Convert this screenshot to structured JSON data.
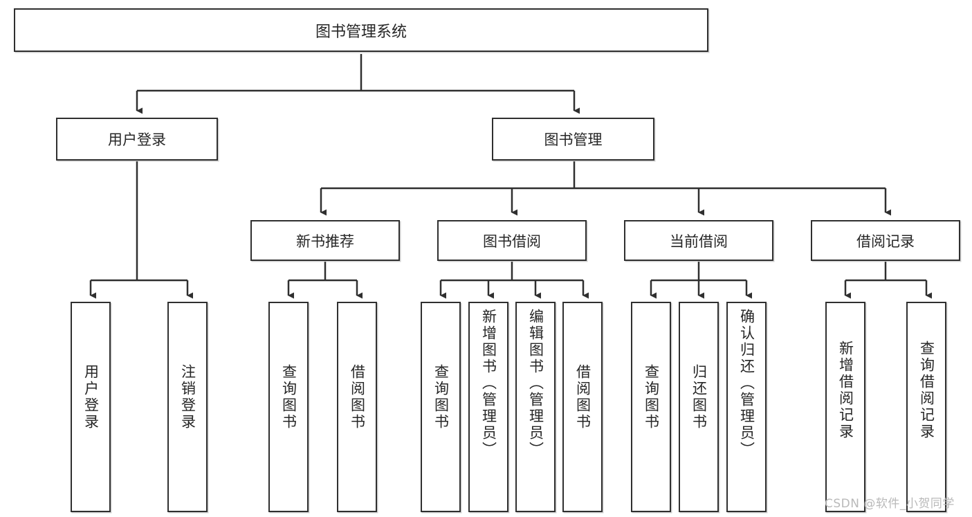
{
  "diagram": {
    "title": "图书管理系统",
    "type": "tree",
    "watermark": "CSDN @软件_小贺同学",
    "colors": {
      "box_border": "#2f2f2f",
      "box_fill": "#ffffff",
      "connector": "#2f2f2f",
      "text": "#262626",
      "watermark": "#b9b9b9"
    },
    "root": {
      "label": "图书管理系统"
    },
    "level2": [
      {
        "label": "用户登录"
      },
      {
        "label": "图书管理"
      }
    ],
    "level3": [
      {
        "label": "新书推荐"
      },
      {
        "label": "图书借阅"
      },
      {
        "label": "当前借阅"
      },
      {
        "label": "借阅记录"
      }
    ],
    "leaves": {
      "user_login": [
        {
          "label": "用户登录"
        },
        {
          "label": "注销登录"
        }
      ],
      "new_book": [
        {
          "label": "查询图书"
        },
        {
          "label": "借阅图书"
        }
      ],
      "book_borrow": [
        {
          "label": "查询图书"
        },
        {
          "label": "新增图书（管理员）"
        },
        {
          "label": "编辑图书（管理员）"
        },
        {
          "label": "借阅图书"
        }
      ],
      "current_borrow": [
        {
          "label": "查询图书"
        },
        {
          "label": "归还图书"
        },
        {
          "label": "确认归还（管理员）"
        }
      ],
      "borrow_record": [
        {
          "label": "新增借阅记录"
        },
        {
          "label": "查询借阅记录"
        }
      ]
    }
  }
}
